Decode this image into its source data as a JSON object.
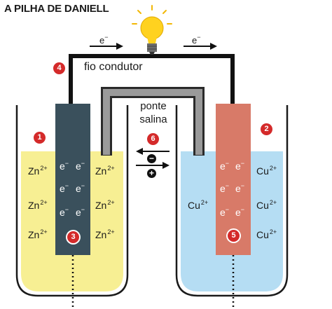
{
  "title": "A PILHA DE DANIELL",
  "labels": {
    "wire": "fio condutor",
    "bridge_line1": "ponte",
    "bridge_line2": "salina",
    "electron_top_left": "e",
    "electron_top_right": "e",
    "electron_sup": "−"
  },
  "badges": [
    "1",
    "2",
    "3",
    "4",
    "5",
    "6"
  ],
  "ions": {
    "zinc": "Zn",
    "copper": "Cu",
    "charge": "2+"
  },
  "electrode_electrons": {
    "symbol": "e",
    "sup": "−"
  },
  "bridge_signs": {
    "minus": "−",
    "plus": "+"
  },
  "colors": {
    "zinc_solution": "#f7ef93",
    "copper_solution": "#b5ddf3",
    "zinc_electrode": "#3a505c",
    "copper_electrode": "#d87a68",
    "wire": "#111111",
    "bridge_fill": "#9a9a9a",
    "badge": "#d42a2a",
    "bulb": "#ffd21f"
  }
}
